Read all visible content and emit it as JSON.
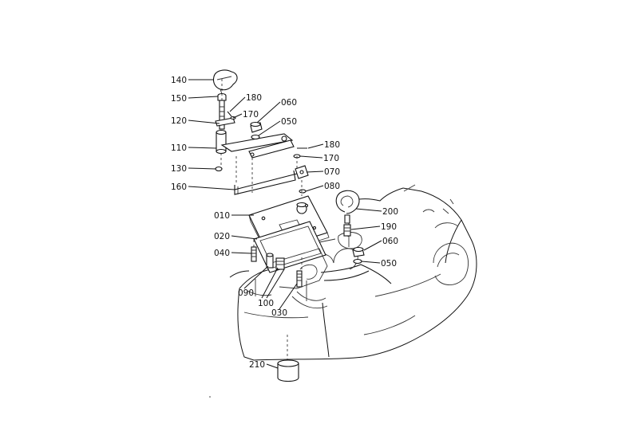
{
  "callouts": {
    "p140": "140",
    "p150": "150",
    "p180a": "180",
    "p170a": "170",
    "p120": "120",
    "p060a": "060",
    "p050a": "050",
    "p110": "110",
    "p180b": "180",
    "p170b": "170",
    "p130": "130",
    "p070": "070",
    "p160": "160",
    "p080": "080",
    "p010": "010",
    "p200": "200",
    "p190": "190",
    "p020": "020",
    "p060b": "060",
    "p040": "040",
    "p050b": "050",
    "p090": "090",
    "p100": "100",
    "p030": "030",
    "p210": "210"
  }
}
